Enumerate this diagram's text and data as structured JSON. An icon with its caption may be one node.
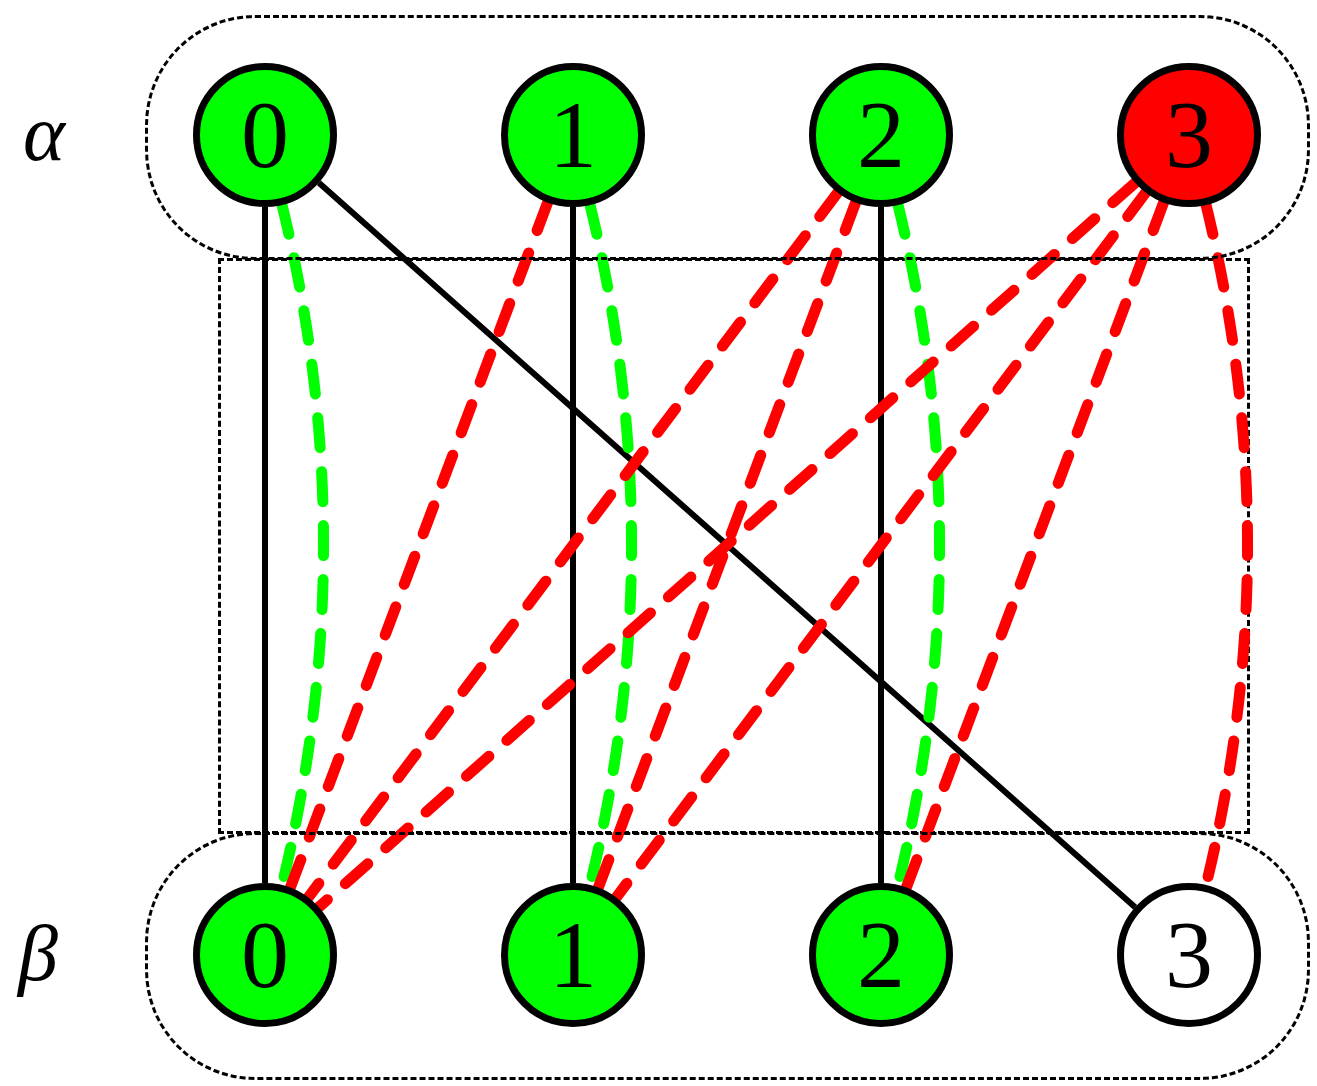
{
  "diagram": {
    "nodes": [
      {
        "text": [
          "α"
        ]
      },
      {
        "text": [
          "0"
        ],
        "in": 0
      },
      {
        "text": [
          "1"
        ],
        "in": 0
      },
      {
        "text": [
          "2"
        ],
        "in": 0
      },
      {
        "text": [
          "3"
        ],
        "in": 0
      },
      {
        "text": [
          "β"
        ]
      },
      {
        "text": [
          "0"
        ],
        "in": 5
      },
      {
        "text": [
          "1"
        ],
        "in": 5
      },
      {
        "text": [
          "2"
        ],
        "in": 5
      },
      {
        "text": [
          "3"
        ],
        "in": 5
      }
    ],
    "edges": [
      {
        "from": 1,
        "to": 6,
        "arrow": "none",
        "color": "#000000"
      },
      {
        "from": 2,
        "to": 7,
        "arrow": "none",
        "color": "#000000"
      },
      {
        "from": 3,
        "to": 8,
        "arrow": "none",
        "color": "#000000"
      },
      {
        "from": 1,
        "to": 9,
        "arrow": "none",
        "color": "#000000"
      },
      {
        "from": 1,
        "to": 6,
        "arrow": "none",
        "style": "dashed",
        "color": "#00ff00"
      },
      {
        "from": 2,
        "to": 7,
        "arrow": "none",
        "style": "dashed",
        "color": "#00ff00"
      },
      {
        "from": 3,
        "to": 8,
        "arrow": "none",
        "style": "dashed",
        "color": "#00ff00"
      },
      {
        "from": 2,
        "to": 6,
        "arrow": "none",
        "style": "dashed"
      },
      {
        "from": 3,
        "to": 6,
        "arrow": "none",
        "style": "dashed"
      },
      {
        "from": 4,
        "to": 6,
        "arrow": "none",
        "style": "dashed"
      },
      {
        "from": 3,
        "to": 7,
        "arrow": "none",
        "style": "dashed"
      },
      {
        "from": 4,
        "to": 7,
        "arrow": "none",
        "style": "dashed"
      },
      {
        "from": 4,
        "to": 8,
        "arrow": "none",
        "style": "dashed"
      },
      {
        "from": 4,
        "to": 9,
        "arrow": "none",
        "style": "dashed"
      }
    ]
  }
}
